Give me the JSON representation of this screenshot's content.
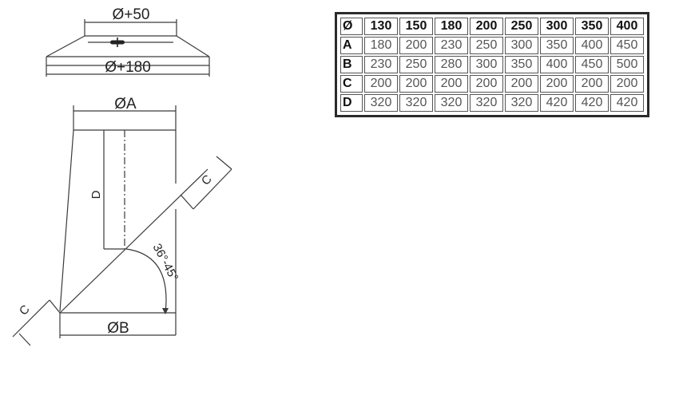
{
  "drawing": {
    "top_labels": {
      "top_diameter": "Ø+50",
      "bottom_diameter": "Ø+180"
    },
    "main_labels": {
      "diameter_a": "ØA",
      "diameter_b": "ØB",
      "height_d": "D",
      "angle": "36°-45°",
      "offset_c_upper": "C",
      "offset_c_lower": "C"
    },
    "line_color": "#3a3a3a"
  },
  "table": {
    "header": [
      "Ø",
      "130",
      "150",
      "180",
      "200",
      "250",
      "300",
      "350",
      "400"
    ],
    "rows": [
      {
        "label": "A",
        "values": [
          "180",
          "200",
          "230",
          "250",
          "300",
          "350",
          "400",
          "450"
        ]
      },
      {
        "label": "B",
        "values": [
          "230",
          "250",
          "280",
          "300",
          "350",
          "400",
          "450",
          "500"
        ]
      },
      {
        "label": "C",
        "values": [
          "200",
          "200",
          "200",
          "200",
          "200",
          "200",
          "200",
          "200"
        ]
      },
      {
        "label": "D",
        "values": [
          "320",
          "320",
          "320",
          "320",
          "320",
          "420",
          "420",
          "420"
        ]
      }
    ],
    "border_color": "#2b2b2b"
  }
}
